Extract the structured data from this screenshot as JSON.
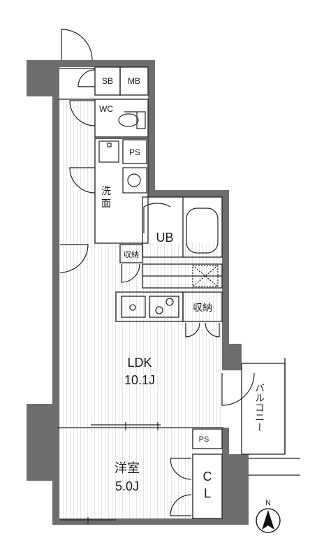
{
  "floorplan": {
    "rooms": {
      "sb": "SB",
      "mb": "MB",
      "wc": "WC",
      "ps_upper": "PS",
      "wash_line1": "洗",
      "wash_line2": "面",
      "ub": "UB",
      "storage_small": "収納",
      "storage": "収納",
      "ldk_name": "LDK",
      "ldk_size": "10.1J",
      "ps_lower": "PS",
      "bedroom_name": "洋室",
      "bedroom_size": "5.0J",
      "closet_line1": "C",
      "closet_line2": "L",
      "balcony": "バルコニー"
    },
    "compass": "N",
    "colors": {
      "wall": "#6e6e6e",
      "line": "#222222",
      "floor_stripe": "#e6e6e6"
    }
  }
}
